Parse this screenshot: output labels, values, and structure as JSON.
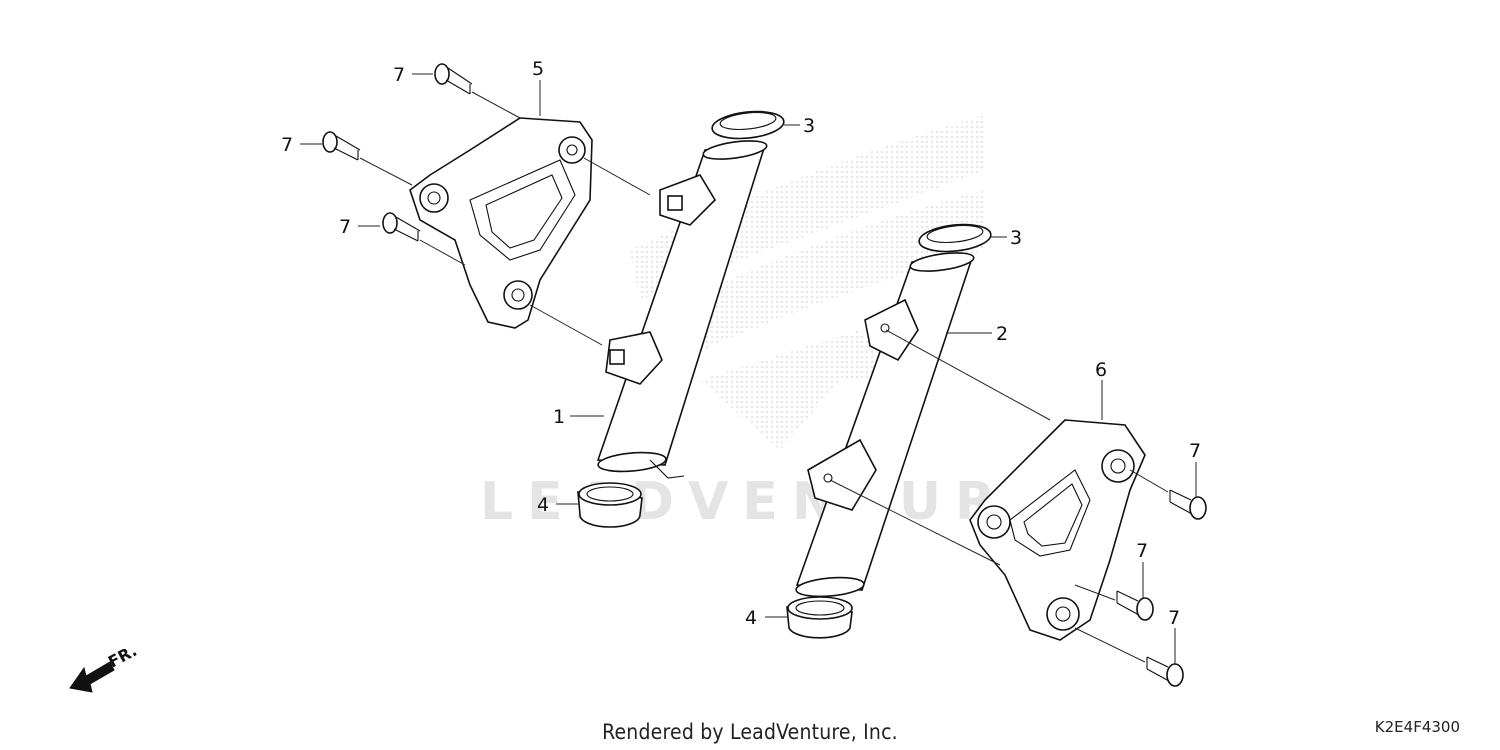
{
  "footer": {
    "rendered_by": "Rendered by LeadVenture, Inc.",
    "diagram_code": "K2E4F4300"
  },
  "watermark": "LEADVENTURE",
  "direction": {
    "label": "FR."
  },
  "callouts": {
    "c1": "1",
    "c2": "2",
    "c3a": "3",
    "c3b": "3",
    "c4a": "4",
    "c4b": "4",
    "c5": "5",
    "c6": "6",
    "c7a": "7",
    "c7b": "7",
    "c7c": "7",
    "c7d": "7",
    "c7e": "7",
    "c7f": "7"
  },
  "colors": {
    "line": "#111111",
    "watermark": "#e4e4e4"
  }
}
